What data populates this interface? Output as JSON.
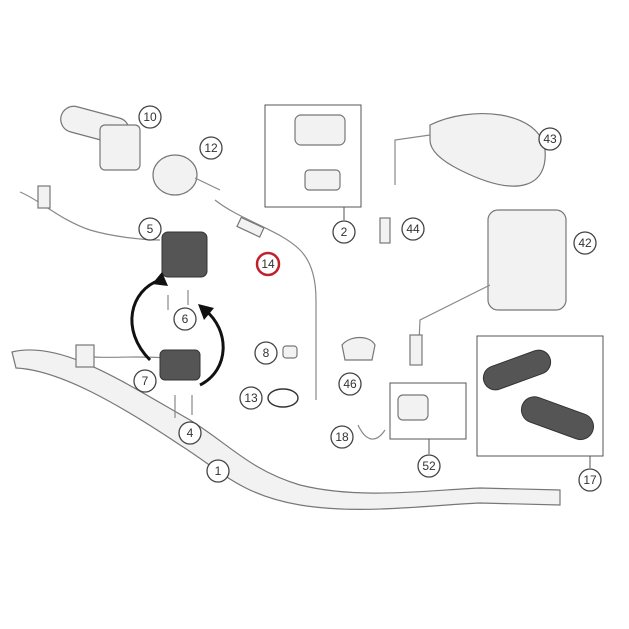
{
  "diagram": {
    "highlight_color": "#c0202a",
    "highlighted_part": "14",
    "callouts": [
      "10",
      "12",
      "5",
      "14",
      "2",
      "43",
      "44",
      "42",
      "6",
      "8",
      "7",
      "13",
      "46",
      "4",
      "18",
      "52",
      "1",
      "17"
    ]
  }
}
